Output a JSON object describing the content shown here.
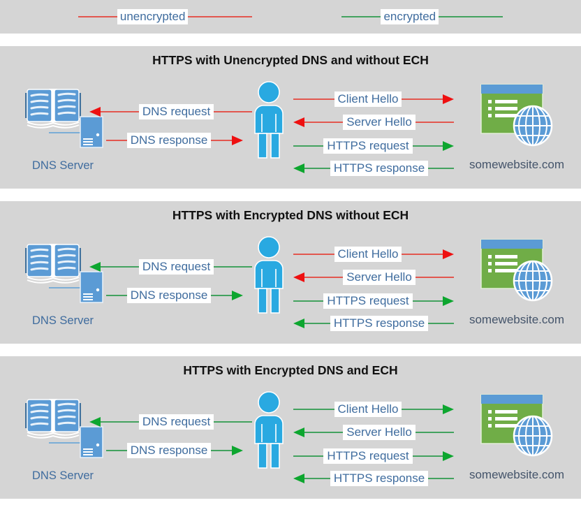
{
  "colors": {
    "panel_bg": "#d5d5d5",
    "red_line": "#e2574f",
    "red_head": "#ee1011",
    "green_line": "#43a25f",
    "green_head": "#0da62f",
    "label_text": "#3f6c9e",
    "caption_text": "#44546a",
    "title_text": "#111111",
    "icon_blue": "#5b9bd5",
    "icon_blue_dark": "#41719c",
    "icon_line": "#e9f2fa",
    "person_blue": "#29a9e1",
    "site_green": "#70ad47"
  },
  "legend": {
    "items": [
      {
        "label": "unencrypted",
        "color": "red"
      },
      {
        "label": "encrypted",
        "color": "green"
      }
    ]
  },
  "panels": [
    {
      "title": "HTTPS with Unencrypted DNS and without ECH",
      "dns_server_label": "DNS Server",
      "website_label": "somewebsite.com",
      "dns_arrows": [
        {
          "label": "DNS request",
          "dir": "left",
          "color": "red"
        },
        {
          "label": "DNS response",
          "dir": "right",
          "color": "red"
        }
      ],
      "https_arrows": [
        {
          "label": "Client Hello",
          "dir": "right",
          "color": "red"
        },
        {
          "label": "Server Hello",
          "dir": "left",
          "color": "red"
        },
        {
          "label": "HTTPS request",
          "dir": "right",
          "color": "green"
        },
        {
          "label": "HTTPS response",
          "dir": "left",
          "color": "green"
        }
      ]
    },
    {
      "title": "HTTPS with Encrypted DNS without ECH",
      "dns_server_label": "DNS Server",
      "website_label": "somewebsite.com",
      "dns_arrows": [
        {
          "label": "DNS request",
          "dir": "left",
          "color": "green"
        },
        {
          "label": "DNS response",
          "dir": "right",
          "color": "green"
        }
      ],
      "https_arrows": [
        {
          "label": "Client Hello",
          "dir": "right",
          "color": "red"
        },
        {
          "label": "Server Hello",
          "dir": "left",
          "color": "red"
        },
        {
          "label": "HTTPS request",
          "dir": "right",
          "color": "green"
        },
        {
          "label": "HTTPS response",
          "dir": "left",
          "color": "green"
        }
      ]
    },
    {
      "title": "HTTPS with Encrypted DNS and ECH",
      "dns_server_label": "DNS Server",
      "website_label": "somewebsite.com",
      "dns_arrows": [
        {
          "label": "DNS request",
          "dir": "left",
          "color": "green"
        },
        {
          "label": "DNS response",
          "dir": "right",
          "color": "green"
        }
      ],
      "https_arrows": [
        {
          "label": "Client Hello",
          "dir": "right",
          "color": "green"
        },
        {
          "label": "Server Hello",
          "dir": "left",
          "color": "green"
        },
        {
          "label": "HTTPS request",
          "dir": "right",
          "color": "green"
        },
        {
          "label": "HTTPS response",
          "dir": "left",
          "color": "green"
        }
      ]
    }
  ]
}
